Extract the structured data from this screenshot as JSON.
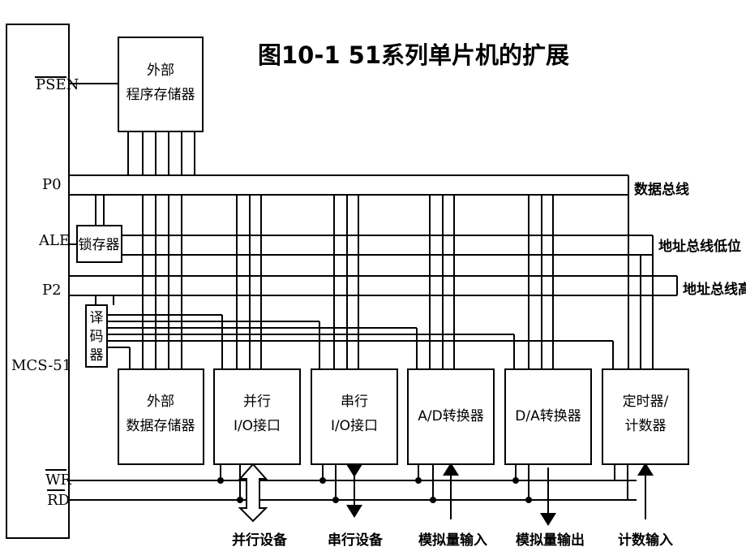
{
  "title": "图10-1  51系列单片机的扩展",
  "mcu": {
    "name": "MCS-51",
    "pins": {
      "psen": "PSEN",
      "p0": "P0",
      "ale": "ALE",
      "p2": "P2",
      "wr": "WR",
      "rd": "RD"
    }
  },
  "blocks": {
    "ext_prog_mem": [
      "外部",
      "程序存储器"
    ],
    "latch": "锁存器",
    "decoder": [
      "译",
      "码",
      "器"
    ],
    "ext_data_mem": [
      "外部",
      "数据存储器"
    ],
    "parallel_io": [
      "并行",
      "I/O接口"
    ],
    "serial_io": [
      "串行",
      "I/O接口"
    ],
    "adc": "A/D转换器",
    "dac": "D/A转换器",
    "timer": [
      "定时器/",
      "计数器"
    ]
  },
  "buses": {
    "data": "数据总线",
    "addr_low": "地址总线低位",
    "addr_high": "地址总线高位"
  },
  "bottom": {
    "parallel_device": "并行设备",
    "serial_device": "串行设备",
    "analog_in": "模拟量输入",
    "analog_out": "模拟量输出",
    "count_in": "计数输入"
  }
}
